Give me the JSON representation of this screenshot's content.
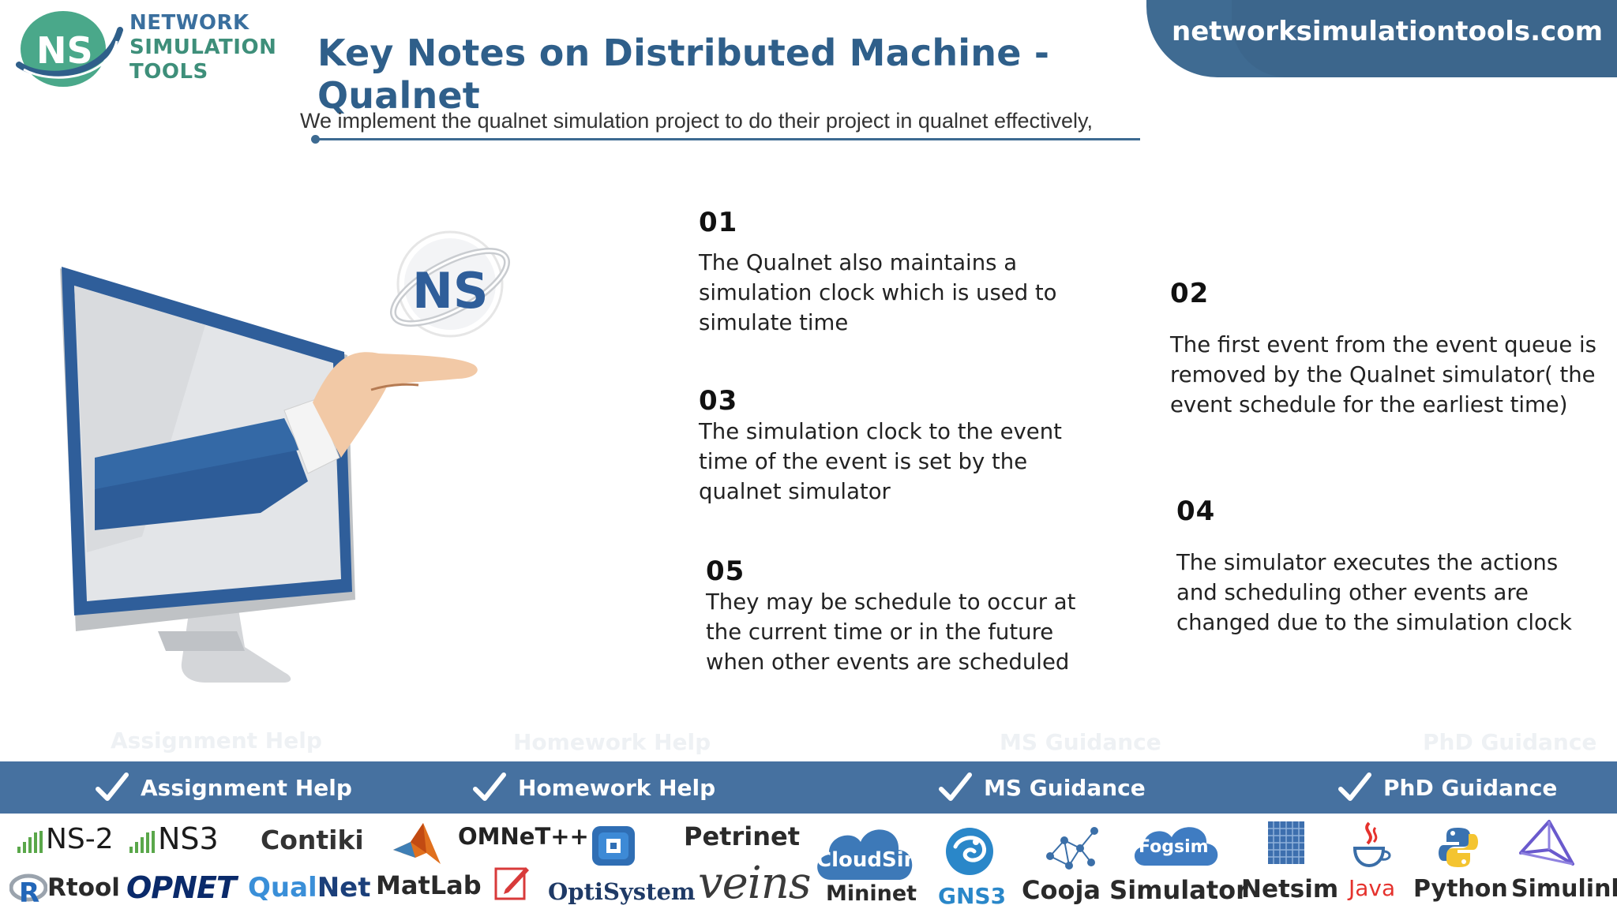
{
  "logo": {
    "mark": "NS",
    "line1": "NETWORK",
    "line2": "SIMULATION",
    "line3": "TOOLS"
  },
  "site_url": "networksimulationtools.com",
  "title": "Key Notes on Distributed Machine - Qualnet",
  "subtitle": "We implement the qualnet simulation project to do their project in qualnet effectively,",
  "illustration": {
    "badge": "NS"
  },
  "notes": [
    {
      "num": "01",
      "text": "The Qualnet also maintains a simulation clock which is used to simulate time"
    },
    {
      "num": "02",
      "text": "The first event from the event queue is removed by the Qualnet simulator( the event schedule  for the earliest time)"
    },
    {
      "num": "03",
      "text": "The simulation clock to the event time of the event is set by the qualnet simulator"
    },
    {
      "num": "04",
      "text": "The simulator executes the actions and scheduling other events are changed due to the simulation clock"
    },
    {
      "num": "05",
      "text": "They may be schedule to occur at the current time or in the future when other events are scheduled"
    }
  ],
  "services": [
    {
      "label": "Assignment Help"
    },
    {
      "label": "Homework Help"
    },
    {
      "label": "MS  Guidance"
    },
    {
      "label": "PhD  Guidance"
    }
  ],
  "tools": {
    "ns2": "NS-2",
    "ns3": "NS3",
    "contiki": "Contiki",
    "omnet": "OMNeT++",
    "petrinet": "Petrinet",
    "cloudsim": "CloudSim",
    "fogsim": "Fogsim",
    "rtool": "Rtool",
    "opnet": "OPNET",
    "qualnet_a": "Qual",
    "qualnet_b": "Net",
    "matlab": "MatLab",
    "optisystem": "OptiSystem",
    "veins": "veins",
    "mininet": "Mininet",
    "gns3": "GNS3",
    "cooja": "Cooja Simulator",
    "netsim": "Netsim",
    "java": "Java",
    "python": "Python",
    "simulink": "Simulink"
  },
  "colors": {
    "primary": "#3f6b92",
    "service_bar": "#4671a0",
    "logo_green": "#3e8f7a",
    "title": "#2f5f8a"
  }
}
